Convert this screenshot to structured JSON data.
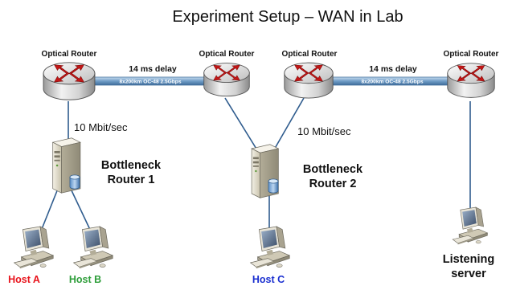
{
  "title": "Experiment Setup – WAN in Lab",
  "routers": [
    {
      "label": "Optical Router"
    },
    {
      "label": "Optical Router"
    },
    {
      "label": "Optical Router"
    },
    {
      "label": "Optical Router"
    }
  ],
  "links": {
    "left": {
      "delay": "14 ms delay",
      "spec": "8x200km OC-48 2.5Gbps"
    },
    "right": {
      "delay": "14 ms delay",
      "spec": "8x200km OC-48 2.5Gbps"
    }
  },
  "access_speeds": {
    "router1": "10 Mbit/sec",
    "router2": "10 Mbit/sec"
  },
  "bottleneck_routers": [
    {
      "line1": "Bottleneck",
      "line2": "Router 1"
    },
    {
      "line1": "Bottleneck",
      "line2": "Router 2"
    }
  ],
  "hosts": [
    {
      "label": "Host A",
      "color": "#e8141c"
    },
    {
      "label": "Host B",
      "color": "#2e9e3a"
    },
    {
      "label": "Host C",
      "color": "#1a2fd0"
    }
  ],
  "server": {
    "line1": "Listening",
    "line2": "server"
  },
  "colors": {
    "fiber": "#8fb6d8",
    "fiber_edge": "#4f7fae",
    "router_body": "#e4e4e4",
    "arrow_red": "#c41616"
  }
}
